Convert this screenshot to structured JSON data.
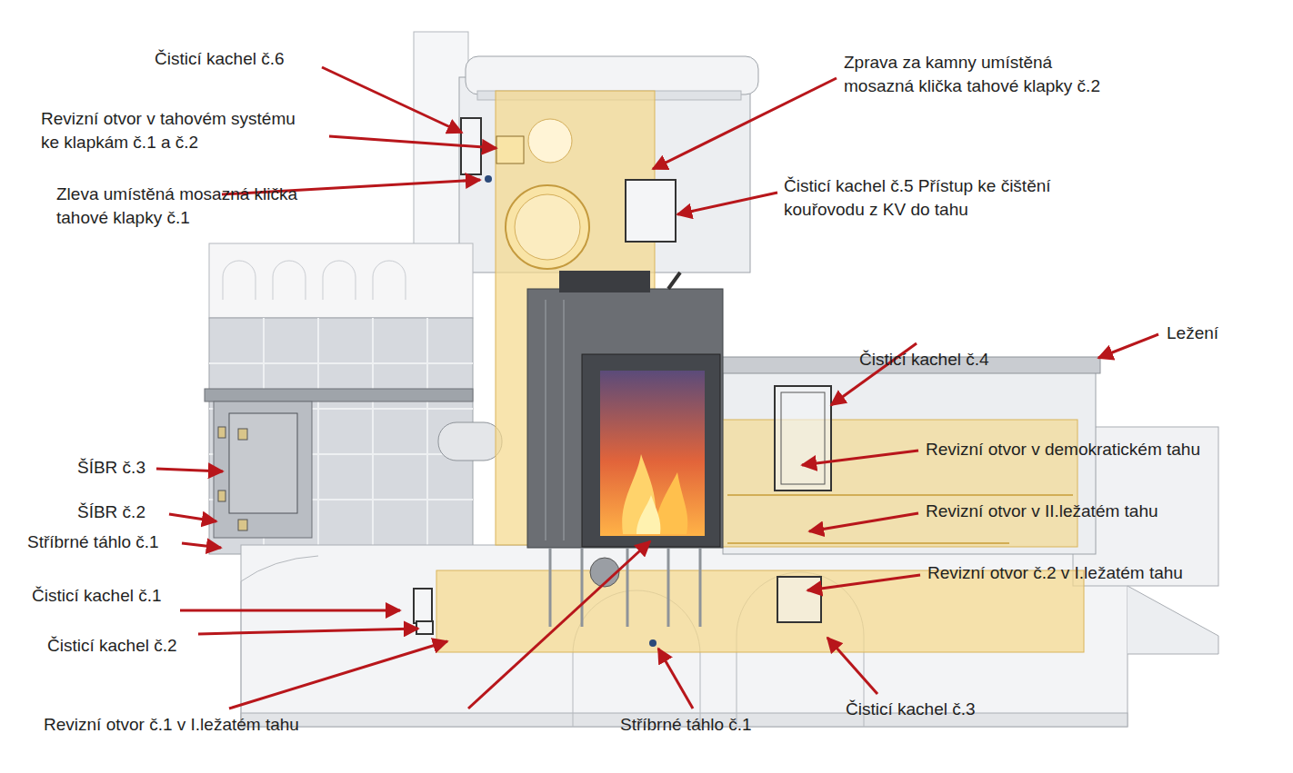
{
  "diagram": {
    "labels": [
      "Čisticí kachel č.6",
      "Revizní otvor v tahovém systému ke klapkám č.1 a č.2",
      "Zleva umístěná mosazná klička tahové klapky č.1",
      "Zprava za kamny umístěná mosazná klička tahové klapky č.2",
      "Čisticí kachel č.5 Přístup ke čištění kouřovodu z KV do tahu",
      "Ležení",
      "Čisticí kachel č.4",
      "Revizní otvor v demokratickém tahu",
      "Revizní otvor v II.ležatém tahu",
      "Revizní otvor č.2 v I.ležatém tahu",
      "ŠÍBR č.3",
      "ŠÍBR č.2",
      "Stříbrné táhlo č.1",
      "Čisticí kachel č.1",
      "Čisticí kachel č.2",
      "Revizní otvor č.1 v I.ležatém tahu",
      "Stříbrné táhlo č.1",
      "Čisticí kachel č.3"
    ]
  }
}
